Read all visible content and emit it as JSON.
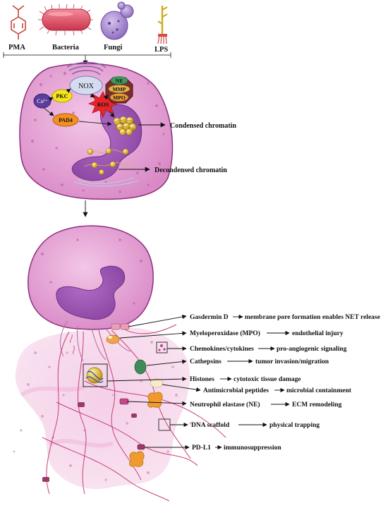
{
  "stimuli": [
    {
      "key": "pma",
      "label": "PMA"
    },
    {
      "key": "bacteria",
      "label": "Bacteria"
    },
    {
      "key": "fungi",
      "label": "Fungi"
    },
    {
      "key": "lps",
      "label": "LPS"
    }
  ],
  "signaling": {
    "calcium": "Ca²⁺",
    "pkc": "PKC",
    "nox": "NOX",
    "ros": "ROS",
    "pad4": "PAD4",
    "ne": "NE",
    "mmp": "MMP",
    "mpo": "MPO"
  },
  "chromatin": {
    "condensed": "Condensed chromatin",
    "decondensed": "Decondensed chromatin"
  },
  "net_components": [
    {
      "key": "gasdermin",
      "component": "Gasdermin D",
      "effect": "membrane pore formation enables NET release"
    },
    {
      "key": "mpo",
      "component": "Myeloperoxidase (MPO)",
      "effect": "endothelial injury"
    },
    {
      "key": "chemokines",
      "component": "Chemokines/cytokines",
      "effect": "pro-angiogenic signaling"
    },
    {
      "key": "cathepsins",
      "component": "Cathepsins",
      "effect": "tumor invasion/migration"
    },
    {
      "key": "histones",
      "component": "Histones",
      "effect": "cytotoxic tissue damage"
    },
    {
      "key": "amp",
      "component": "Antimicrobial peptides",
      "effect": "microbial containment"
    },
    {
      "key": "ne",
      "component": "Neutrophil elastase (NE)",
      "effect": "ECM remodeling"
    },
    {
      "key": "dna",
      "component": "DNA scaffold",
      "effect": "physical trapping"
    },
    {
      "key": "pdl1",
      "component": "PD-L1",
      "effect": "immunosuppression"
    }
  ],
  "colors": {
    "cell_fill": "#e8a7d6",
    "cell_stroke": "#8e2f7e",
    "nucleus": "#9b50b0",
    "net_cloud": "#f2c6e3",
    "chromatin": "#f3c623",
    "ros": "#e6252b",
    "bacteria": "#e8566d",
    "fungi": "#a98ad0"
  }
}
